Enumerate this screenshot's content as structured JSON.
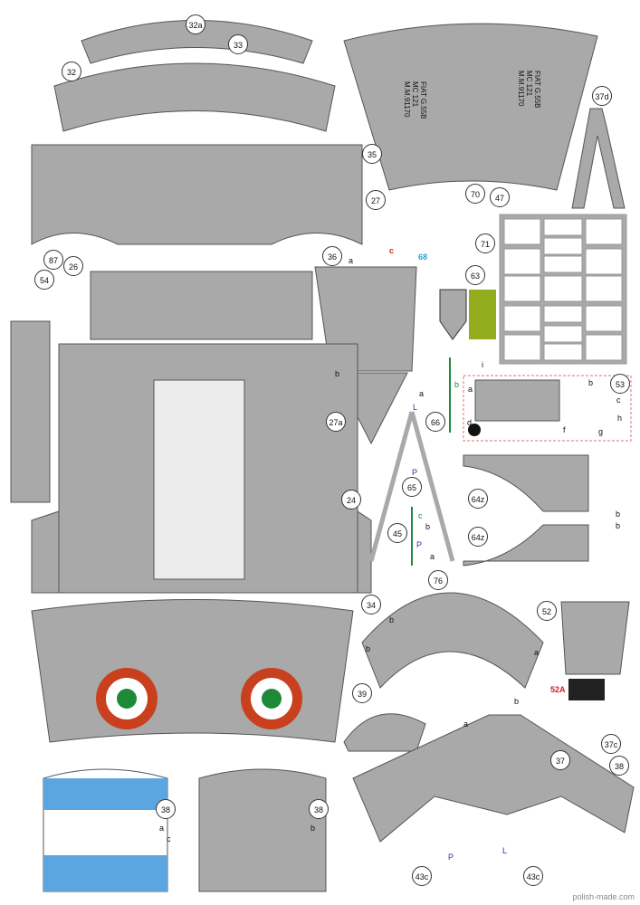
{
  "sheet": {
    "part_labels": [
      "32a",
      "33",
      "32",
      "35",
      "37d",
      "47",
      "70",
      "27",
      "87",
      "26",
      "54",
      "36",
      "68",
      "63",
      "71",
      "53",
      "66",
      "27a",
      "65",
      "24",
      "45",
      "64z",
      "64z",
      "76",
      "34",
      "52",
      "52A",
      "39",
      "37c",
      "37",
      "38",
      "38",
      "38",
      "43c",
      "43c"
    ],
    "letters": [
      "c",
      "a",
      "b",
      "a",
      "b",
      "c",
      "d",
      "f",
      "g",
      "h",
      "i",
      "a",
      "b",
      "L",
      "P",
      "c",
      "b",
      "P",
      "a",
      "b",
      "a",
      "b",
      "b",
      "b",
      "a",
      "c",
      "b",
      "a",
      "b",
      "L",
      "P"
    ],
    "fuselage_text": [
      "FIAT G.55B",
      "MC 121",
      "M.M.91170"
    ],
    "footer": "polish-made.com"
  },
  "colors": {
    "part": "#a9a9a9",
    "outline": "#555",
    "green": "#1d8a3a",
    "red": "#c8401e",
    "olive": "#93ad1e",
    "sky": "#5ba6e0",
    "label_blue": "#2a9fd8"
  }
}
